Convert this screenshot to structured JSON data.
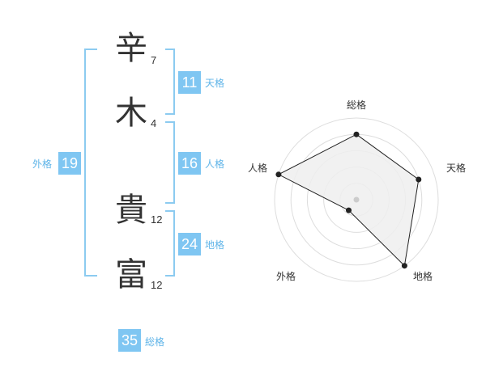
{
  "name": {
    "chars": [
      {
        "char": "辛",
        "strokes": "7"
      },
      {
        "char": "木",
        "strokes": "4"
      },
      {
        "char": "貴",
        "strokes": "12"
      },
      {
        "char": "富",
        "strokes": "12"
      }
    ]
  },
  "fortune": {
    "tenkaku": {
      "label": "天格",
      "value": "11"
    },
    "jinkaku": {
      "label": "人格",
      "value": "16"
    },
    "chikaku": {
      "label": "地格",
      "value": "24"
    },
    "gaikaku": {
      "label": "外格",
      "value": "19"
    },
    "soukaku": {
      "label": "総格",
      "value": "35"
    }
  },
  "colors": {
    "accent": "#7fc6f2",
    "bracket": "#8ccbf0",
    "label": "#5fb4e8"
  },
  "chart_data": {
    "type": "radar",
    "axes": [
      "総格",
      "天格",
      "地格",
      "外格",
      "人格"
    ],
    "values": [
      4,
      4,
      5,
      0.8,
      5
    ],
    "rmax": 5,
    "rings": 5,
    "grid": true
  }
}
